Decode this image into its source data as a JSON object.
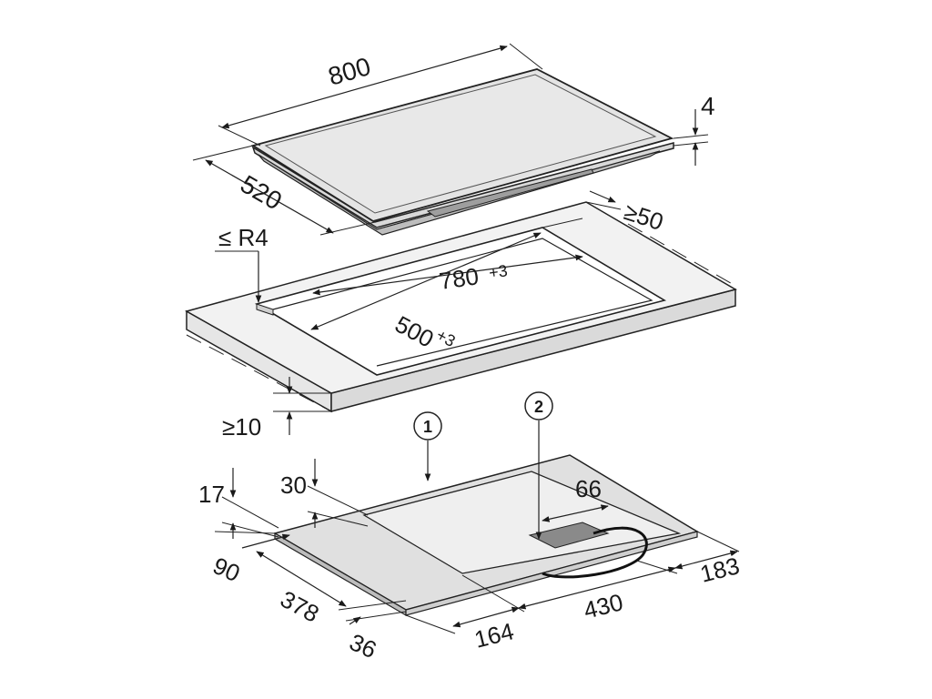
{
  "hob": {
    "width": "800",
    "depth": "520",
    "thickness": "4"
  },
  "cutout": {
    "corner_radius": "≤ R4",
    "clearance_rear": "≥50",
    "width": "780",
    "width_tolerance": "+3",
    "depth": "500",
    "depth_tolerance": "+3",
    "worktop_thickness": "≥10"
  },
  "underside": {
    "callout_1": "1",
    "callout_2": "2",
    "height_17": "17",
    "height_30": "30",
    "connection_box_width": "66",
    "offset_90": "90",
    "offset_378": "378",
    "offset_36": "36",
    "offset_164": "164",
    "offset_430": "430",
    "offset_183": "183"
  }
}
